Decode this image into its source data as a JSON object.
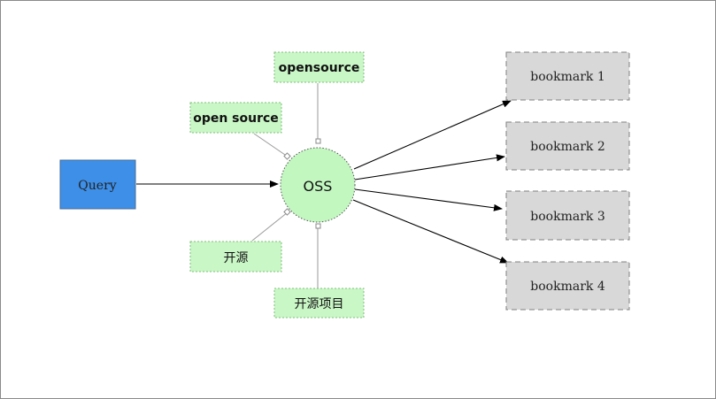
{
  "query": {
    "label": "Query"
  },
  "center": {
    "label": "OSS"
  },
  "synonyms": {
    "opensource": "opensource",
    "open_source": "open source",
    "kaiyuan": "开源",
    "kaiyuan_xiangmu": "开源项目"
  },
  "bookmarks": [
    {
      "label": "bookmark 1"
    },
    {
      "label": "bookmark 2"
    },
    {
      "label": "bookmark 3"
    },
    {
      "label": "bookmark 4"
    }
  ],
  "colors": {
    "query_fill": "#3d8fe8",
    "synonym_fill": "#c9f7c6",
    "bookmark_fill": "#d8d8d8",
    "connector": "#9a9a9a",
    "arrow": "#000000"
  }
}
